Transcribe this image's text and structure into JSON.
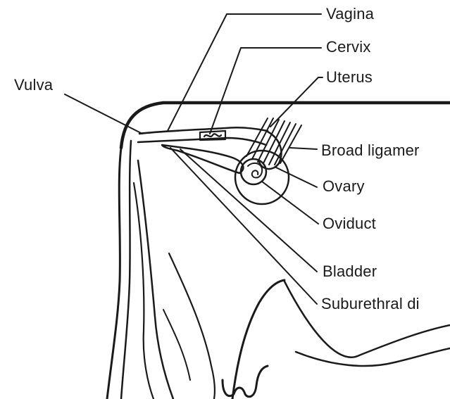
{
  "labels": {
    "vagina": "Vagina",
    "cervix": "Cervix",
    "uterus": "Uterus",
    "vulva": "Vulva",
    "broad_ligament": "Broad ligamer",
    "ovary": "Ovary",
    "oviduct": "Oviduct",
    "bladder": "Bladder",
    "suburethral": "Suburethral di"
  },
  "colors": {
    "ink": "#1a1a1a",
    "background": "#ffffff"
  }
}
